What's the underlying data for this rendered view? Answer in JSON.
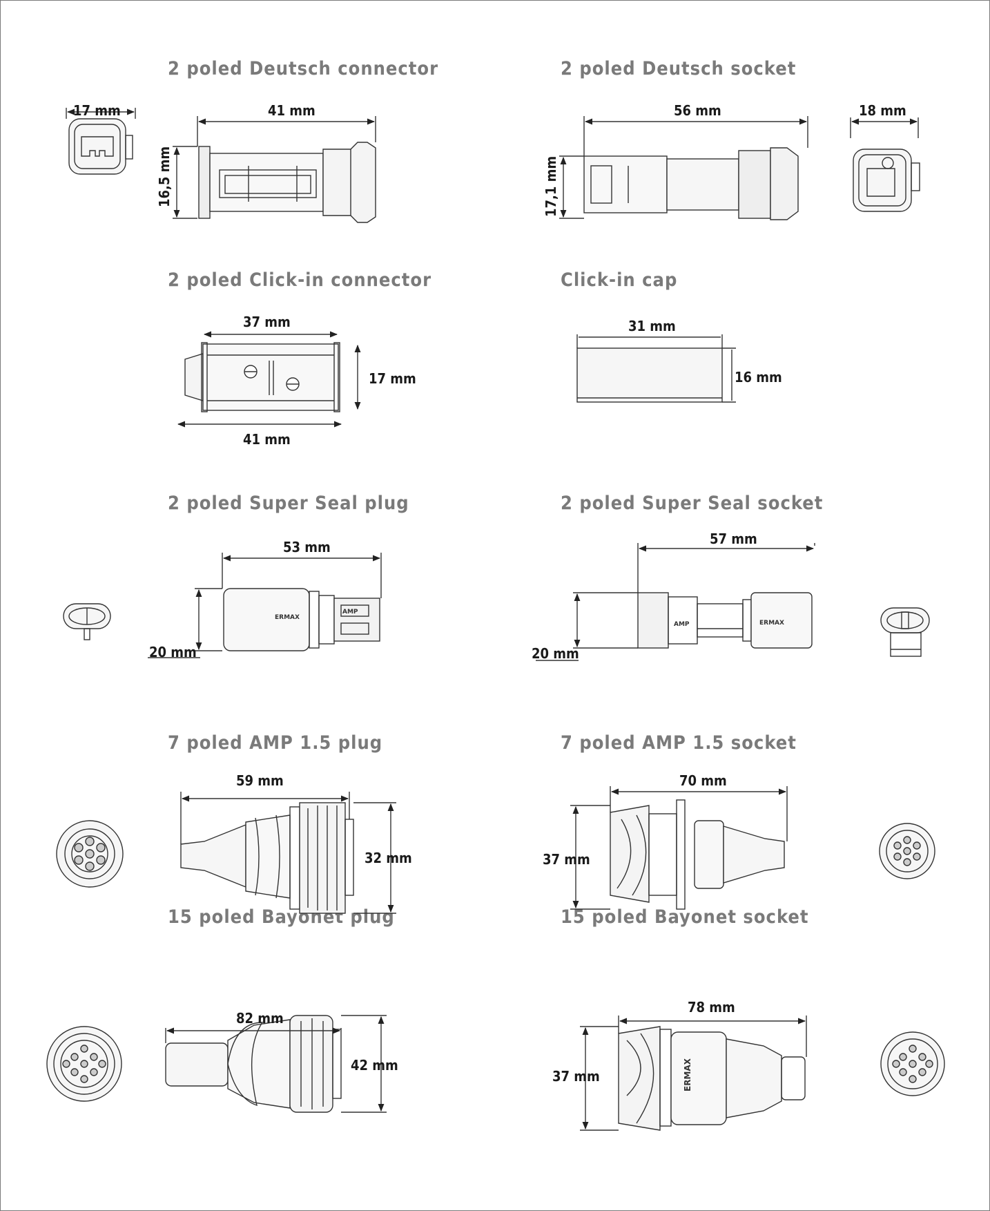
{
  "sections": [
    {
      "title": "2 poled Deutsch connector",
      "dims": [
        "17 mm",
        "41 mm",
        "16,5 mm"
      ]
    },
    {
      "title": "2 poled Deutsch socket",
      "dims": [
        "56 mm",
        "18 mm",
        "17,1 mm"
      ]
    },
    {
      "title": "2 poled Click-in connector",
      "dims": [
        "37 mm",
        "17 mm",
        "41 mm"
      ]
    },
    {
      "title": "Click-in cap",
      "dims": [
        "31 mm",
        "16 mm"
      ]
    },
    {
      "title": "2 poled Super Seal plug",
      "dims": [
        "53 mm",
        "20 mm"
      ]
    },
    {
      "title": "2 poled Super Seal socket",
      "dims": [
        "57 mm",
        "20 mm"
      ]
    },
    {
      "title": "7 poled AMP 1.5 plug",
      "dims": [
        "59 mm",
        "32 mm"
      ]
    },
    {
      "title": "7 poled AMP 1.5 socket",
      "dims": [
        "70 mm",
        "37 mm"
      ]
    },
    {
      "title": "15 poled Bayonet plug",
      "dims": [
        "82 mm",
        "42 mm"
      ]
    },
    {
      "title": "15 poled Bayonet socket",
      "dims": [
        "78 mm",
        "37 mm"
      ]
    }
  ],
  "logos": {
    "ermax": "ERMAX",
    "amp": "AMP"
  },
  "colors": {
    "title": "#7a7a7a",
    "line": "#333333",
    "fill": "#f2f2f2"
  }
}
